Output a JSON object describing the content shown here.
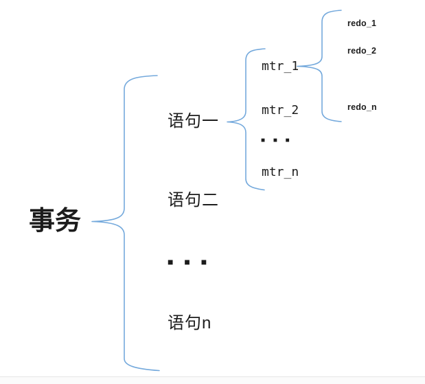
{
  "colors": {
    "brace_line": "#74A9DC",
    "text": "#1c1c1c",
    "divider": "#e4e4e4",
    "footer_bg": "#fbfbfb"
  },
  "diagram": {
    "transaction_label": "事务",
    "statements": {
      "items": [
        "语句一",
        "语句二",
        "语句n"
      ],
      "ellipsis": "■ ■ ■"
    },
    "mtrs": {
      "items": [
        "mtr_1",
        "mtr_2",
        "mtr_n"
      ],
      "ellipsis": "■ ■ ■"
    },
    "redos": {
      "items": [
        "redo_1",
        "redo_2",
        "redo_n"
      ]
    }
  }
}
